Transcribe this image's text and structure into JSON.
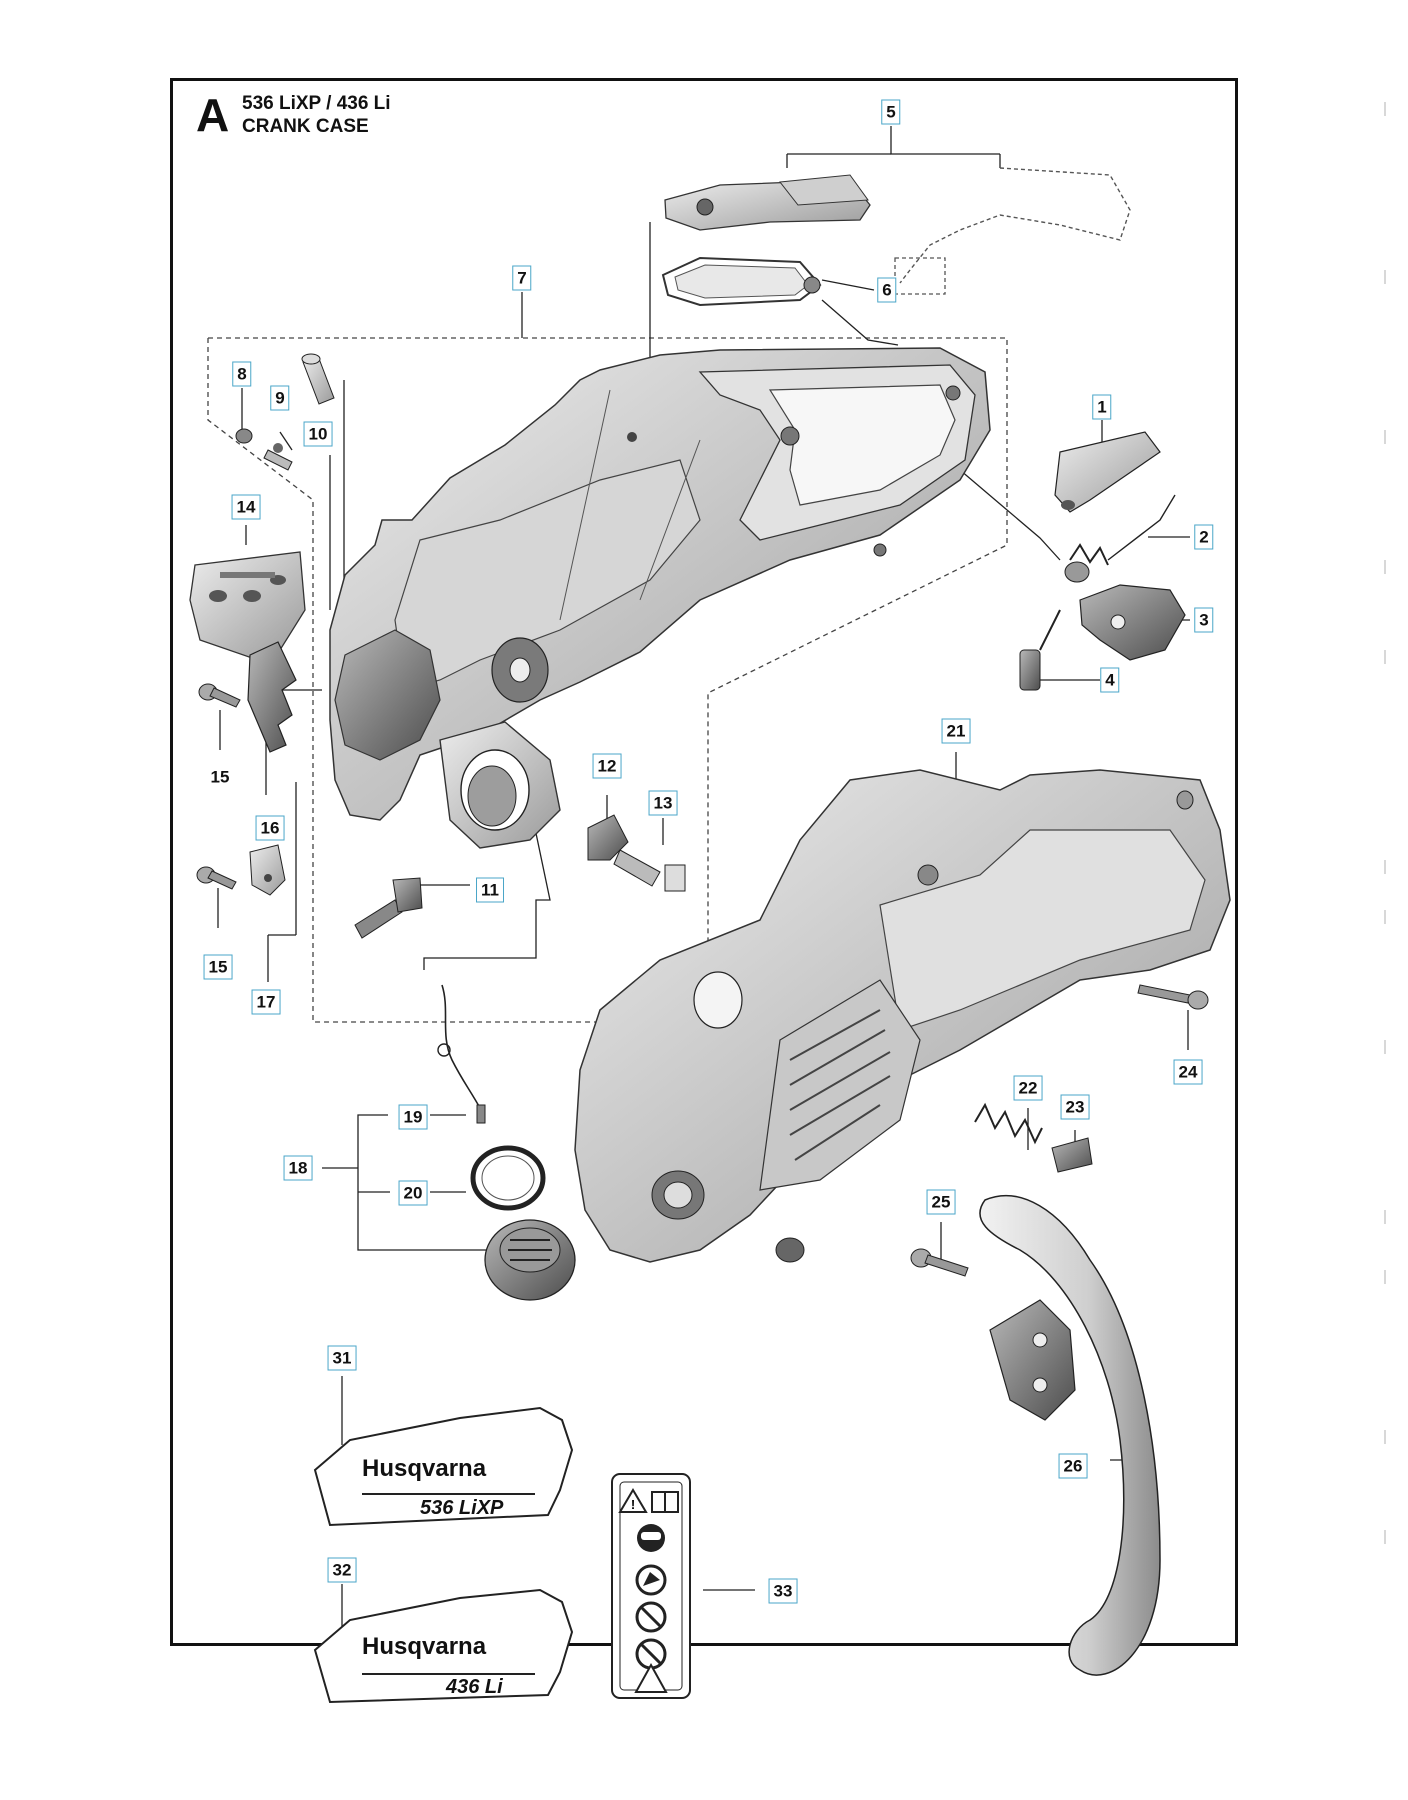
{
  "header": {
    "section_letter": "A",
    "title_line1": "536 LiXP / 436 Li",
    "title_line2": "CRANK CASE"
  },
  "callouts": [
    {
      "id": "1",
      "label": "1",
      "boxed": true
    },
    {
      "id": "2",
      "label": "2",
      "boxed": true
    },
    {
      "id": "3",
      "label": "3",
      "boxed": true
    },
    {
      "id": "4",
      "label": "4",
      "boxed": true
    },
    {
      "id": "5",
      "label": "5",
      "boxed": true
    },
    {
      "id": "6",
      "label": "6",
      "boxed": true
    },
    {
      "id": "7",
      "label": "7",
      "boxed": true
    },
    {
      "id": "8",
      "label": "8",
      "boxed": true
    },
    {
      "id": "9",
      "label": "9",
      "boxed": true
    },
    {
      "id": "10",
      "label": "10",
      "boxed": true
    },
    {
      "id": "11",
      "label": "11",
      "boxed": true
    },
    {
      "id": "12",
      "label": "12",
      "boxed": true
    },
    {
      "id": "13",
      "label": "13",
      "boxed": true
    },
    {
      "id": "14",
      "label": "14",
      "boxed": true
    },
    {
      "id": "15a",
      "label": "15",
      "boxed": false
    },
    {
      "id": "15b",
      "label": "15",
      "boxed": true
    },
    {
      "id": "16",
      "label": "16",
      "boxed": true
    },
    {
      "id": "17",
      "label": "17",
      "boxed": true
    },
    {
      "id": "18",
      "label": "18",
      "boxed": true
    },
    {
      "id": "19",
      "label": "19",
      "boxed": true
    },
    {
      "id": "20",
      "label": "20",
      "boxed": true
    },
    {
      "id": "21",
      "label": "21",
      "boxed": true
    },
    {
      "id": "22",
      "label": "22",
      "boxed": true
    },
    {
      "id": "23",
      "label": "23",
      "boxed": true
    },
    {
      "id": "24",
      "label": "24",
      "boxed": true
    },
    {
      "id": "25",
      "label": "25",
      "boxed": true
    },
    {
      "id": "26",
      "label": "26",
      "boxed": true
    },
    {
      "id": "31",
      "label": "31",
      "boxed": true
    },
    {
      "id": "32",
      "label": "32",
      "boxed": true
    },
    {
      "id": "33",
      "label": "33",
      "boxed": true
    }
  ],
  "decals": {
    "decal_31": {
      "brand": "Husqvarna",
      "model": "536 LiXP"
    },
    "decal_32": {
      "brand": "Husqvarna",
      "model": "436 Li"
    }
  },
  "icons": [
    "warning-triangle-icon",
    "manual-book-icon",
    "ear-eye-protection-icon",
    "gloves-icon",
    "no-rain-icon",
    "no-children-icon",
    "kickback-warning-icon"
  ]
}
